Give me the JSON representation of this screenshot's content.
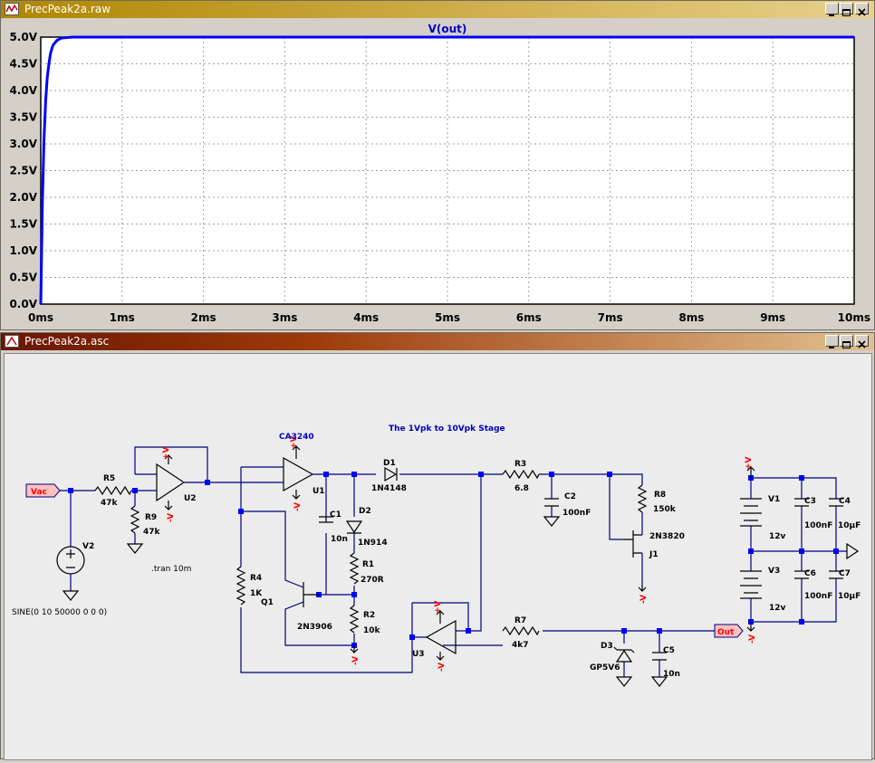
{
  "plot_window": {
    "title": "PrecPeak2a.raw",
    "titlebar_color_left": "#b08600",
    "titlebar_color_right": "#e9d08c"
  },
  "schematic_window": {
    "title": "PrecPeak2a.asc",
    "titlebar_color_left": "#6b1500",
    "titlebar_color_right": "#e2c08e"
  },
  "chart_data": {
    "type": "line",
    "title": "V(out)",
    "xlabel": "",
    "ylabel": "",
    "x_unit": "ms",
    "y_unit": "V",
    "xlim": [
      0,
      10
    ],
    "ylim": [
      0,
      5
    ],
    "x_ticks": [
      "0ms",
      "1ms",
      "2ms",
      "3ms",
      "4ms",
      "5ms",
      "6ms",
      "7ms",
      "8ms",
      "9ms",
      "10ms"
    ],
    "y_ticks": [
      "0.0V",
      "0.5V",
      "1.0V",
      "1.5V",
      "2.0V",
      "2.5V",
      "3.0V",
      "3.5V",
      "4.0V",
      "4.5V",
      "5.0V"
    ],
    "grid": true,
    "series": [
      {
        "name": "V(out)",
        "color": "#0000ff",
        "x": [
          0,
          0.02,
          0.04,
          0.06,
          0.08,
          0.1,
          0.12,
          0.15,
          0.2,
          0.25,
          0.3,
          0.4,
          0.6,
          1,
          2,
          5,
          10
        ],
        "y": [
          0,
          1.9,
          3.1,
          3.8,
          4.25,
          4.5,
          4.7,
          4.85,
          4.94,
          4.98,
          4.99,
          5.0,
          5.0,
          5.0,
          5.0,
          5.0,
          5.0
        ]
      }
    ]
  },
  "schematic": {
    "stage_label": "The 1Vpk to 10Vpk Stage",
    "opamp_model": "CA3240",
    "tran_directive": ".tran 10m",
    "source_spec": "SINE(0 10 50000 0 0 0)",
    "nets": {
      "vac": "Vac",
      "out": "Out",
      "vplus": "+V",
      "vminus": "-V"
    },
    "labels": {
      "R5": "R5",
      "R5v": "47k",
      "R9": "R9",
      "R9v": "47k",
      "U2": "U2",
      "U1": "U1",
      "U3": "U3",
      "V2": "V2",
      "C1": "C1",
      "C1v": "10n",
      "D2": "D2",
      "D2v": "1N914",
      "D1": "D1",
      "D1v": "1N4148",
      "R3": "R3",
      "R3v": "6.8",
      "C2": "C2",
      "C2v": "100nF",
      "R8": "R8",
      "R8v": "150k",
      "J1": "J1",
      "J1v": "2N3820",
      "R1": "R1",
      "R1v": "270R",
      "R2": "R2",
      "R2v": "10k",
      "R4": "R4",
      "R4v": "1K",
      "Q1": "Q1",
      "Q1v": "2N3906",
      "R7": "R7",
      "R7v": "4k7",
      "D3": "D3",
      "D3v": "GP5V6",
      "C5": "C5",
      "C5v": "10n",
      "V1": "V1",
      "V1v": "12v",
      "V3": "V3",
      "V3v": "12v",
      "C3": "C3",
      "C3v": "100nF",
      "C4": "C4",
      "C4v": "10µF",
      "C6": "C6",
      "C6v": "100nF",
      "C7": "C7",
      "C7v": "10µF"
    }
  },
  "colors": {
    "wire": "#000080",
    "component": "#000000",
    "node": "#0000ff",
    "net_label": "#ff0000",
    "net_box_fill": "#ffc0c0",
    "annotation": "#0000c0",
    "plot_bg": "#ffffff",
    "grid": "#a0a0a0"
  }
}
